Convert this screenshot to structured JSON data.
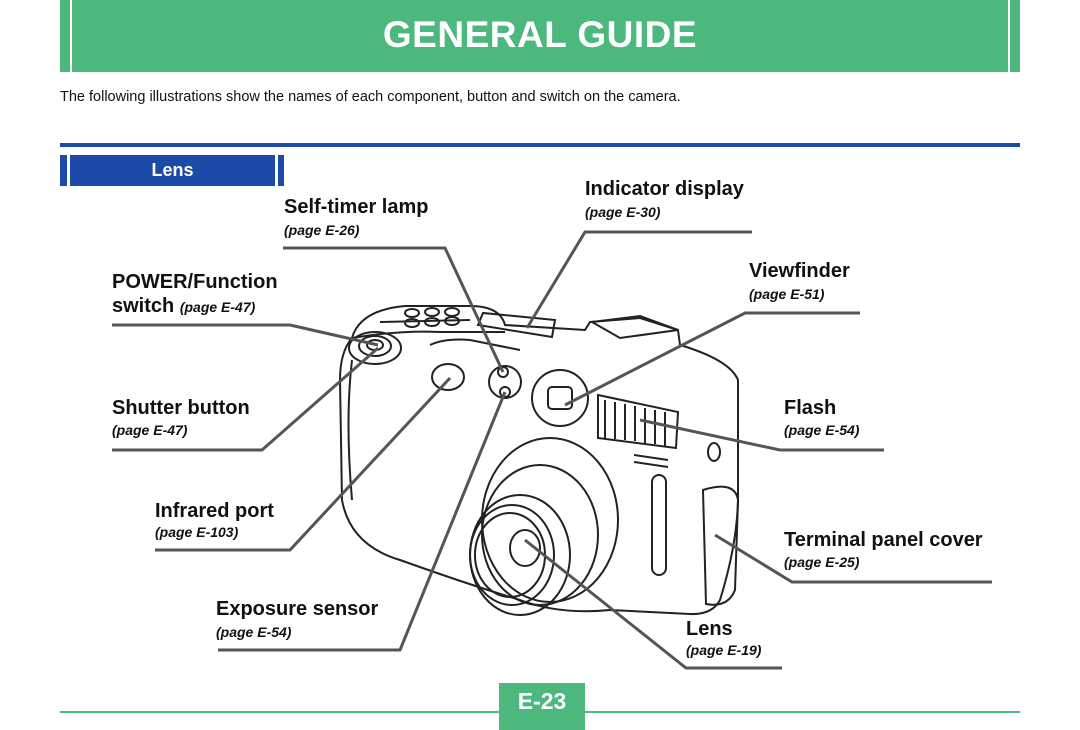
{
  "header": {
    "title": "GENERAL GUIDE"
  },
  "intro": "The following illustrations show the names of each component, button and switch on the camera.",
  "section": {
    "label": "Lens"
  },
  "callouts": {
    "self_timer": {
      "label": "Self-timer lamp",
      "page": "(page E-26)"
    },
    "indicator": {
      "label": "Indicator display",
      "page": "(page E-30)"
    },
    "power": {
      "label1": "POWER/Function",
      "label2": "switch",
      "page": "(page E-47)"
    },
    "viewfinder": {
      "label": "Viewfinder",
      "page": "(page E-51)"
    },
    "shutter": {
      "label": "Shutter button",
      "page": "(page E-47)"
    },
    "flash": {
      "label": "Flash",
      "page": "(page E-54)"
    },
    "infrared": {
      "label": "Infrared port",
      "page": "(page E-103)"
    },
    "terminal": {
      "label": "Terminal panel cover",
      "page": "(page E-25)"
    },
    "exposure": {
      "label": "Exposure sensor",
      "page": "(page E-54)"
    },
    "lens": {
      "label": "Lens",
      "page": "(page E-19)"
    }
  },
  "footer": {
    "page_number": "E-23"
  },
  "colors": {
    "green": "#4cb87e",
    "blue": "#1d4aa8"
  }
}
